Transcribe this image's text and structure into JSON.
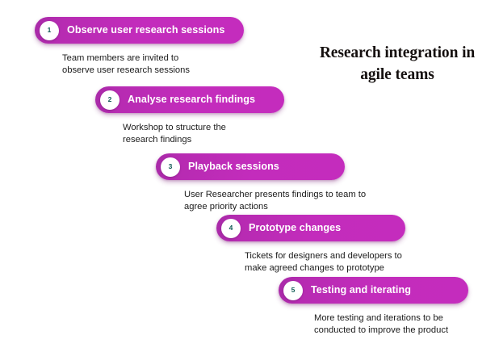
{
  "title": {
    "line1": "Research integration in",
    "line2": "agile teams",
    "full": "Research integration in agile teams"
  },
  "colors": {
    "pill_purple": "#C32CBC",
    "pill_purple_dark": "#A82AA8",
    "badge_background": "#FFFFFF",
    "badge_number": "#0F5A54",
    "pill_label": "#FFFFFF",
    "description_text": "#1B1B1B",
    "title_text": "#15100F",
    "page_background": "#FFFFFF"
  },
  "diagram": {
    "type": "staircase-process",
    "step_count": 5,
    "steps": [
      {
        "number": "1",
        "label": "Observe user research sessions",
        "description": "Team members are invited to\nobserve user research sessions"
      },
      {
        "number": "2",
        "label": "Analyse research findings",
        "description": "Workshop to structure the\nresearch findings"
      },
      {
        "number": "3",
        "label": "Playback sessions",
        "description": "User Researcher presents findings to team to\nagree priority actions"
      },
      {
        "number": "4",
        "label": "Prototype changes",
        "description": "Tickets for designers and developers to\nmake agreed changes to prototype"
      },
      {
        "number": "5",
        "label": "Testing and iterating",
        "description": "More testing and iterations to be\nconducted to improve the product"
      }
    ]
  }
}
